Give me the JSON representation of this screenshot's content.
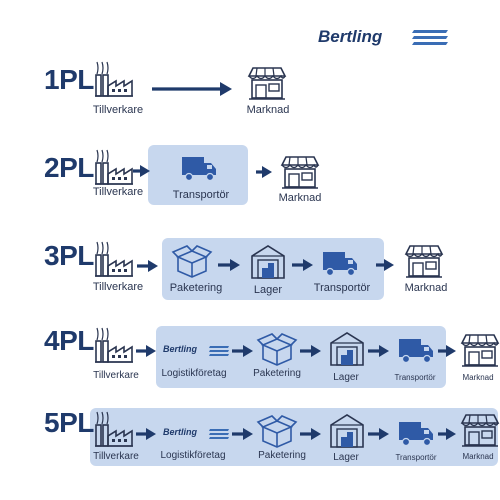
{
  "brand": {
    "name": "Bertling",
    "color": "#1f3a6b",
    "accent": "#3a6db5"
  },
  "colors": {
    "box": "#c7d7ee",
    "arrow": "#1f3a6b",
    "icon": "#2a3550",
    "title": "#1f3a6b"
  },
  "levels": [
    {
      "title": "1PL",
      "labels": {
        "manufacturer": "Tillverkare",
        "market": "Marknad"
      }
    },
    {
      "title": "2PL",
      "labels": {
        "manufacturer": "Tillverkare",
        "transport": "Transportör",
        "market": "Marknad"
      }
    },
    {
      "title": "3PL",
      "labels": {
        "manufacturer": "Tillverkare",
        "packing": "Paketering",
        "warehouse": "Lager",
        "transport": "Transportör",
        "market": "Marknad"
      }
    },
    {
      "title": "4PL",
      "labels": {
        "manufacturer": "Tillverkare",
        "logistics": "Logistikföretag",
        "packing": "Paketering",
        "warehouse": "Lager",
        "transport": "Transportör",
        "market": "Marknad"
      }
    },
    {
      "title": "5PL",
      "labels": {
        "manufacturer": "Tillverkare",
        "logistics": "Logistikföretag",
        "packing": "Paketering",
        "warehouse": "Lager",
        "transport": "Transportör",
        "market": "Marknad"
      }
    }
  ],
  "icons": [
    "factory-icon",
    "truck-icon",
    "box-icon",
    "warehouse-icon",
    "store-icon",
    "bertling-logo-icon",
    "arrow-icon"
  ]
}
